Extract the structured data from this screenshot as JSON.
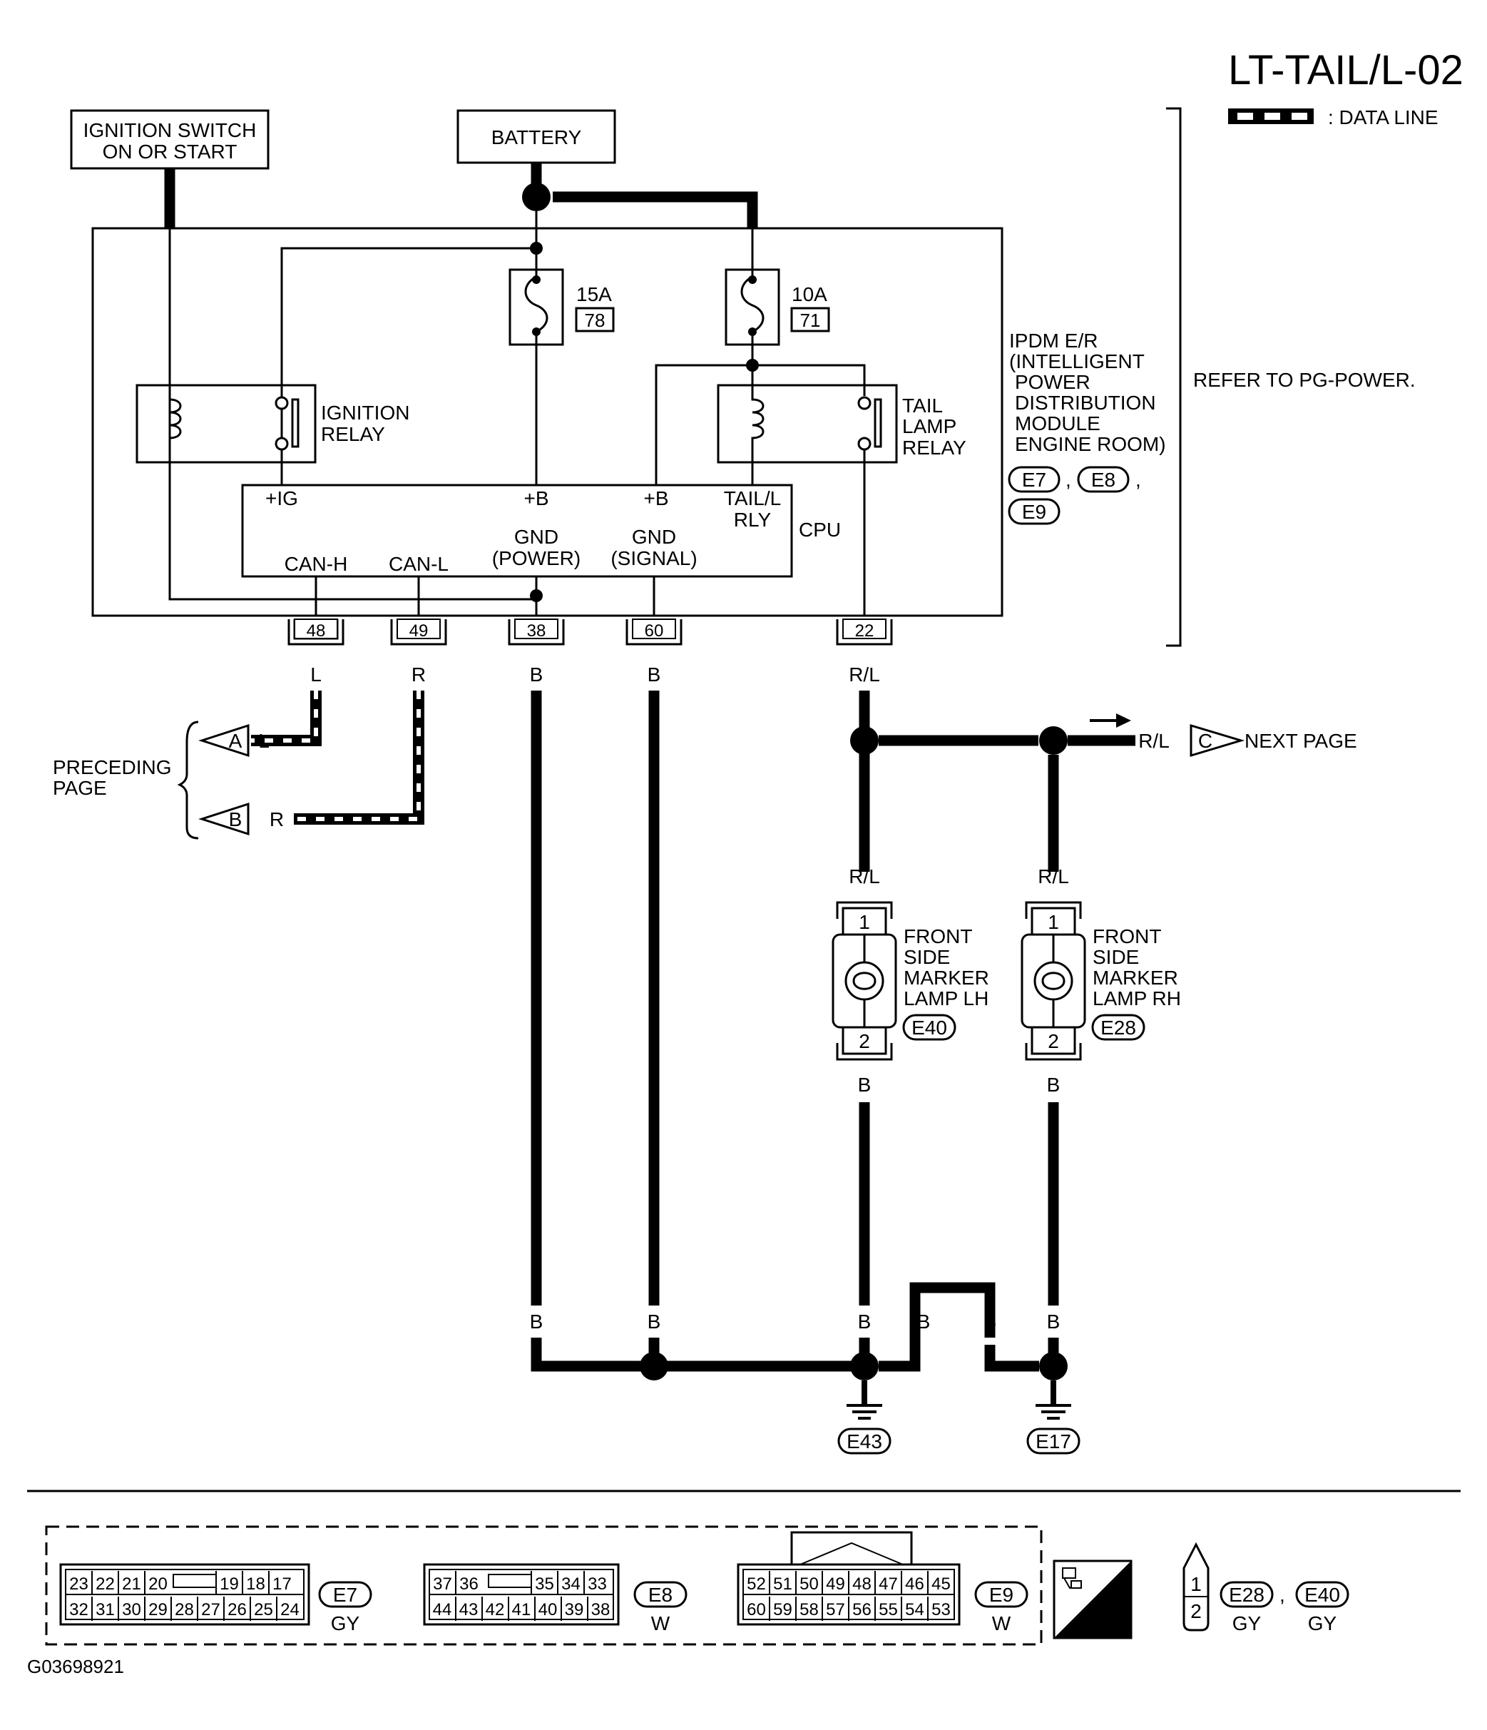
{
  "title": "LT-TAIL/L-02",
  "legend": {
    "data_line": ": DATA LINE"
  },
  "refer": "REFER TO PG-POWER.",
  "figure_id": "G03698921",
  "sources": {
    "ignition_line1": "IGNITION SWITCH",
    "ignition_line2": "ON OR START",
    "battery": "BATTERY"
  },
  "ipdm": {
    "lines": [
      "IPDM E/R",
      "(INTELLIGENT",
      "POWER",
      "DISTRIBUTION",
      "MODULE",
      "ENGINE ROOM)"
    ],
    "connectors": [
      "E7",
      "E8",
      "E9"
    ]
  },
  "fuses": [
    {
      "amp": "15A",
      "num": "78"
    },
    {
      "amp": "10A",
      "num": "71"
    }
  ],
  "relays": {
    "ignition": [
      "IGNITION",
      "RELAY"
    ],
    "tail": [
      "TAIL",
      "LAMP",
      "RELAY"
    ]
  },
  "cpu": {
    "label": "CPU",
    "top": [
      "+IG",
      "+B",
      "+B",
      "TAIL/L",
      "RLY"
    ],
    "bottom": [
      "CAN-H",
      "CAN-L",
      "GND",
      "(POWER)",
      "GND",
      "(SIGNAL)"
    ]
  },
  "terminals": [
    "48",
    "49",
    "38",
    "60",
    "22"
  ],
  "wire_colors": {
    "l": "L",
    "r": "R",
    "b": "B",
    "rl": "R/L"
  },
  "preceding": {
    "line1": "PRECEDING",
    "line2": "PAGE",
    "a": "A",
    "b": "B"
  },
  "next_page": {
    "c": "C",
    "label": "NEXT PAGE"
  },
  "lamps": [
    {
      "lines": [
        "FRONT",
        "SIDE",
        "MARKER",
        "LAMP LH"
      ],
      "connector": "E40",
      "pin1": "1",
      "pin2": "2"
    },
    {
      "lines": [
        "FRONT",
        "SIDE",
        "MARKER",
        "LAMP RH"
      ],
      "connector": "E28",
      "pin1": "1",
      "pin2": "2"
    }
  ],
  "grounds": [
    "E43",
    "E17"
  ],
  "connector_views": [
    {
      "id": "E7",
      "color": "GY",
      "top": [
        "23",
        "22",
        "21",
        "20",
        "19",
        "18",
        "17"
      ],
      "bottom": [
        "32",
        "31",
        "30",
        "29",
        "28",
        "27",
        "26",
        "25",
        "24"
      ]
    },
    {
      "id": "E8",
      "color": "W",
      "top": [
        "37",
        "36",
        "35",
        "34",
        "33"
      ],
      "bottom": [
        "44",
        "43",
        "42",
        "41",
        "40",
        "39",
        "38"
      ]
    },
    {
      "id": "E9",
      "color": "W",
      "top": [
        "52",
        "51",
        "50",
        "49",
        "48",
        "47",
        "46",
        "45"
      ],
      "bottom": [
        "60",
        "59",
        "58",
        "57",
        "56",
        "55",
        "54",
        "53"
      ]
    }
  ],
  "hs": "H.S.",
  "small_conn": {
    "pins": [
      "1",
      "2"
    ],
    "ids": [
      "E28",
      "E40"
    ],
    "colors": [
      "GY",
      "GY"
    ]
  }
}
